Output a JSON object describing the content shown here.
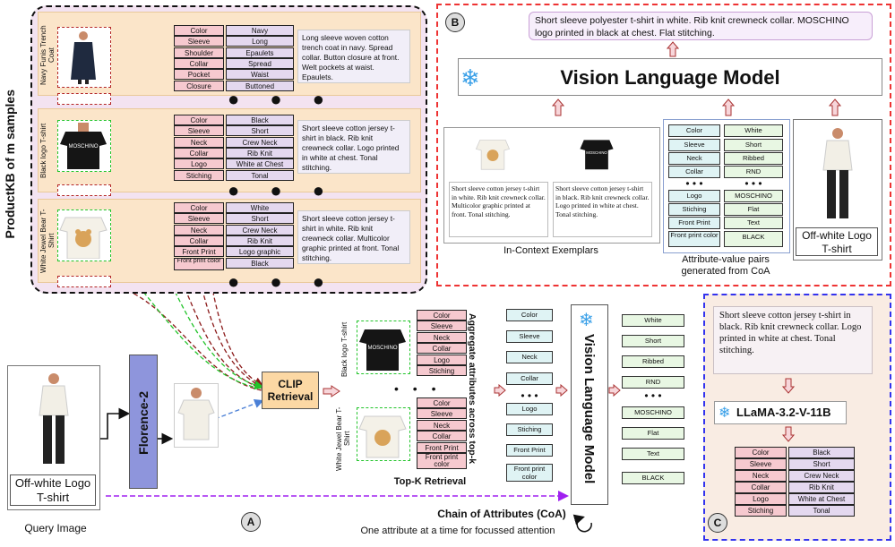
{
  "kb": {
    "side_label": "ProductKB of m samples",
    "items": [
      {
        "name": "Navy Funis Trench Coat",
        "keys": [
          "Color",
          "Sleeve",
          "Shoulder",
          "Collar",
          "Pocket",
          "Closure"
        ],
        "values": [
          "Navy",
          "Long",
          "Epaulets",
          "Spread",
          "Waist",
          "Buttoned"
        ],
        "desc": "Long sleeve woven cotton trench coat in navy. Spread collar. Button closure at front. Welt pockets at waist. Epaulets."
      },
      {
        "name": "Black logo T-shirt",
        "keys": [
          "Color",
          "Sleeve",
          "Neck",
          "Collar",
          "Logo",
          "Stiching"
        ],
        "values": [
          "Black",
          "Short",
          "Crew Neck",
          "Rib Knit",
          "White at Chest",
          "Tonal"
        ],
        "desc": "Short sleeve cotton jersey t-shirt in black. Rib knit crewneck collar. Logo printed in white at chest. Tonal stitching."
      },
      {
        "name": "White Jewel Bear T-Shirt",
        "keys": [
          "Color",
          "Sleeve",
          "Neck",
          "Collar",
          "Front Print",
          "Front print color"
        ],
        "values": [
          "White",
          "Short",
          "Crew Neck",
          "Rib Knit",
          "Logo graphic",
          "Black"
        ],
        "desc": "Short sleeve cotton jersey t-shirt in white. Rib knit crewneck collar. Multicolor graphic printed at front. Tonal stitching."
      }
    ],
    "dots": "● ● ●"
  },
  "panelB": {
    "badge": "B",
    "output": "Short sleeve polyester t-shirt in white. Rib knit crewneck collar. MOSCHINO logo printed in black at chest. Flat stitching.",
    "vlm_title": "Vision Language Model",
    "snowflake": "❄",
    "exemplar1": "Short sleeve cotton jersey t-shirt in white. Rib knit crewneck collar. Multicolor graphic printed at front. Tonal stitching.",
    "exemplar2": "Short sleeve cotton jersey t-shirt in black. Rib knit crewneck collar. Logo printed in white at chest. Tonal stitching.",
    "exemplars_label": "In-Context Exemplars",
    "attr_keys": [
      "Color",
      "Sleeve",
      "Neck",
      "Collar",
      "• • •",
      "Logo",
      "Stiching",
      "Front Print",
      "Front print color"
    ],
    "attr_values": [
      "White",
      "Short",
      "Ribbed",
      "RND",
      "• • •",
      "MOSCHINO",
      "Flat",
      "Text",
      "BLACK"
    ],
    "attr_label": "Attribute-value pairs generated from CoA",
    "query_caption": "Off-white Logo T-shirt"
  },
  "panelA": {
    "badge": "A",
    "query_caption": "Off-white Logo T-shirt",
    "query_label": "Query Image",
    "florence": "Florence-2",
    "clip": "CLIP Retrieval",
    "topk_names": [
      "Black logo T-shirt",
      "White Jewel Bear T-Shirt"
    ],
    "topk1_keys": [
      "Color",
      "Sleeve",
      "Neck",
      "Collar",
      "Logo",
      "Stiching"
    ],
    "topk2_keys": [
      "Color",
      "Sleeve",
      "Neck",
      "Collar",
      "Front Print",
      "Front print color"
    ],
    "topk_label": "Top-K Retrieval",
    "aggregate": "Aggregate attributes across top-k",
    "agg_keys": [
      "Color",
      "Sleeve",
      "Neck",
      "Collar",
      "• • •",
      "Logo",
      "Stiching",
      "Front Print",
      "Front print color"
    ],
    "vlm_vertical": "Vision Language Model",
    "out_values": [
      "White",
      "Short",
      "Ribbed",
      "RND",
      "• • •",
      "MOSCHINO",
      "Flat",
      "Text",
      "BLACK"
    ],
    "coa_title": "Chain of Attributes (CoA)",
    "coa_sub": "One attribute at a time for focussed attention"
  },
  "panelC": {
    "badge": "C",
    "desc": "Short sleeve cotton jersey t-shirt in black. Rib knit crewneck collar. Logo printed in white at chest. Tonal stitching.",
    "llama": "LLaMA-3.2-V-11B",
    "keys": [
      "Color",
      "Sleeve",
      "Neck",
      "Collar",
      "Logo",
      "Stiching"
    ],
    "values": [
      "Black",
      "Short",
      "Crew Neck",
      "Rib Knit",
      "White at Chest",
      "Tonal"
    ]
  },
  "colors": {
    "red_dash": "#e33333",
    "blue_dash": "#3333e0",
    "florence": "#8e95dc",
    "clip": "#fcd8a4",
    "kb_bg": "#f3e3f1",
    "row_bg": "#fbe5c9"
  }
}
